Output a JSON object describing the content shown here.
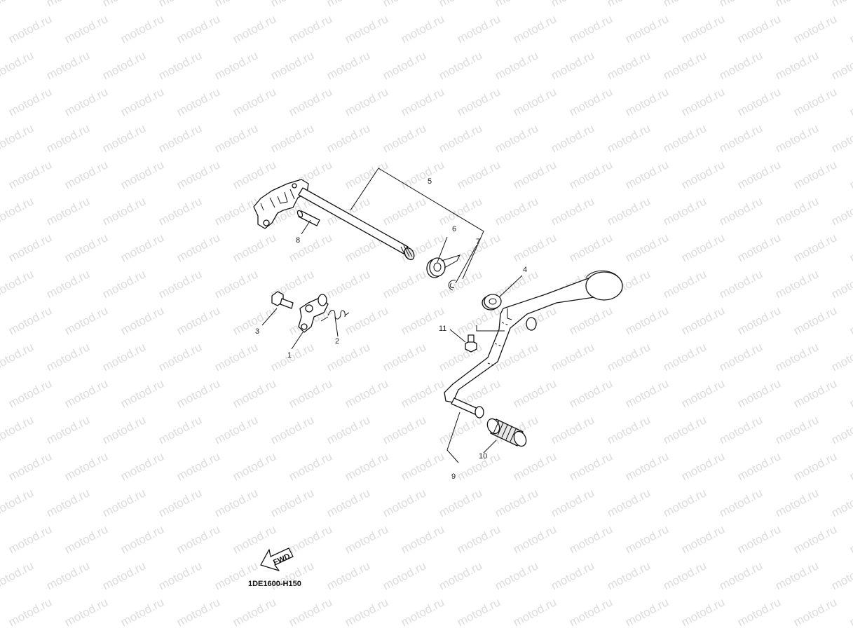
{
  "watermark": {
    "text": "motod.ru"
  },
  "diagram_code": "1DE1600-H150",
  "fwd_label": "FWD",
  "callouts": {
    "c1": "1",
    "c2": "2",
    "c3": "3",
    "c4": "4",
    "c5": "5",
    "c6": "6",
    "c7": "7",
    "c8": "8",
    "c9": "9",
    "c10": "10",
    "c11": "11"
  }
}
